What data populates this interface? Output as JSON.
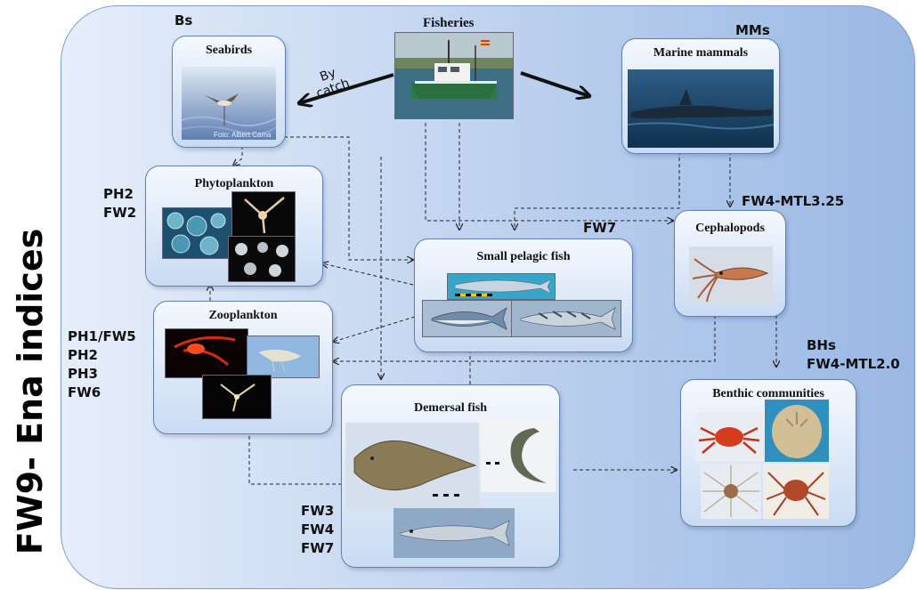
{
  "side_title": "FW9- Ena indices",
  "fisheries": {
    "label": "Fisheries"
  },
  "seabirds": {
    "tag": "Bs",
    "title": "Seabirds",
    "photo_credit": "Foto: Albert Cama"
  },
  "marine_mammals": {
    "tag": "MMs",
    "title": "Marine mammals"
  },
  "bycatch": {
    "line1": "By",
    "line2": "catch"
  },
  "phytoplankton": {
    "title": "Phytoplankton",
    "indices": [
      "PH2",
      "FW2"
    ]
  },
  "zooplankton": {
    "title": "Zooplankton",
    "indices": [
      "PH1/FW5",
      "PH2",
      "PH3",
      "FW6"
    ]
  },
  "small_pelagic": {
    "title": "Small pelagic fish",
    "index": "FW7"
  },
  "cephalopods": {
    "title": "Cephalopods",
    "index": "FW4-MTL3.25"
  },
  "benthic": {
    "title": "Benthic communities",
    "indices": [
      "BHs",
      "FW4-MTL2.0"
    ]
  },
  "demersal": {
    "title": "Demersal fish",
    "indices": [
      "FW3",
      "FW4",
      "FW7"
    ]
  },
  "colors": {
    "panel_light": "#e6eefa",
    "panel_dark": "#9ab8e4",
    "box_border": "#5f80b6",
    "arrow": "#222222"
  }
}
